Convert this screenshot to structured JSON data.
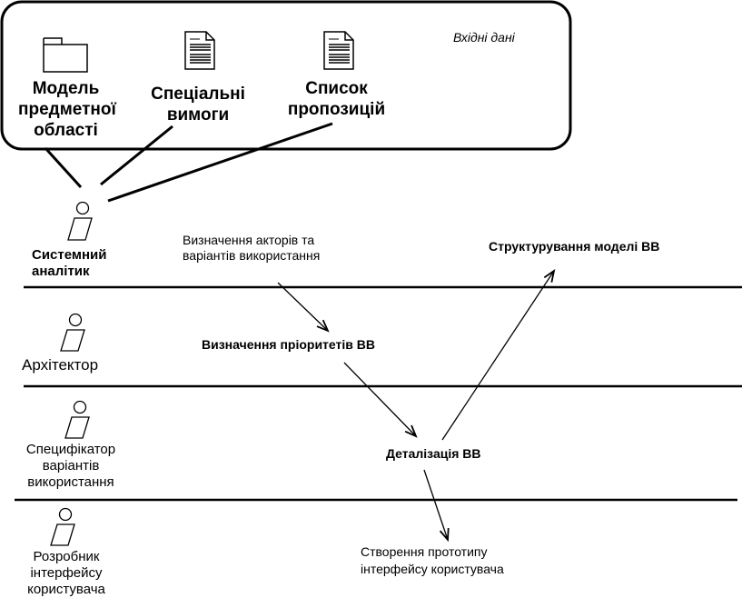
{
  "inputs_box": {
    "title": "Вхідні дані",
    "items": [
      {
        "icon": "folder-icon",
        "label_lines": [
          "Модель",
          "предметної",
          "області"
        ]
      },
      {
        "icon": "document-icon",
        "label_lines": [
          "Спеціальні",
          "вимоги"
        ]
      },
      {
        "icon": "document-icon",
        "label_lines": [
          "Список",
          "пропозицій"
        ]
      }
    ]
  },
  "roles": [
    {
      "icon": "actor-icon",
      "label_lines": [
        "Системний",
        "аналітик"
      ]
    },
    {
      "icon": "actor-icon",
      "label_lines": [
        "Архітектор"
      ]
    },
    {
      "icon": "actor-icon",
      "label_lines": [
        "Специфікатор",
        "варіантів",
        "використання"
      ]
    },
    {
      "icon": "actor-icon",
      "label_lines": [
        "Розробник",
        "інтерфейсу",
        "користувача"
      ]
    }
  ],
  "activities": [
    {
      "id": "a1",
      "label_lines": [
        "Визначення акторів та",
        "варіантів використання"
      ]
    },
    {
      "id": "a2",
      "label_lines": [
        "Визначення пріоритетів ВВ"
      ]
    },
    {
      "id": "a3",
      "label_lines": [
        "Деталізація ВВ"
      ]
    },
    {
      "id": "a4",
      "label_lines": [
        "Структурування моделі ВВ"
      ]
    },
    {
      "id": "a5",
      "label_lines": [
        "Створення прототипу",
        "інтерфейсу користувача"
      ]
    }
  ],
  "flows": [
    {
      "from": "a1",
      "to": "a2"
    },
    {
      "from": "a2",
      "to": "a3"
    },
    {
      "from": "a3",
      "to": "a4"
    },
    {
      "from": "a3",
      "to": "a5"
    }
  ],
  "colors": {
    "stroke": "#000000",
    "background": "#ffffff"
  }
}
